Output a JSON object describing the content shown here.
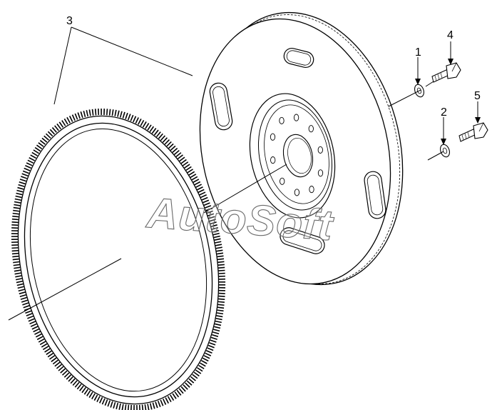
{
  "diagram": {
    "callouts": {
      "washer_upper": "1",
      "washer_lower": "2",
      "ring_gear": "3",
      "bolt_upper": "4",
      "bolt_lower": "5"
    },
    "watermark": "AutoSoft"
  }
}
